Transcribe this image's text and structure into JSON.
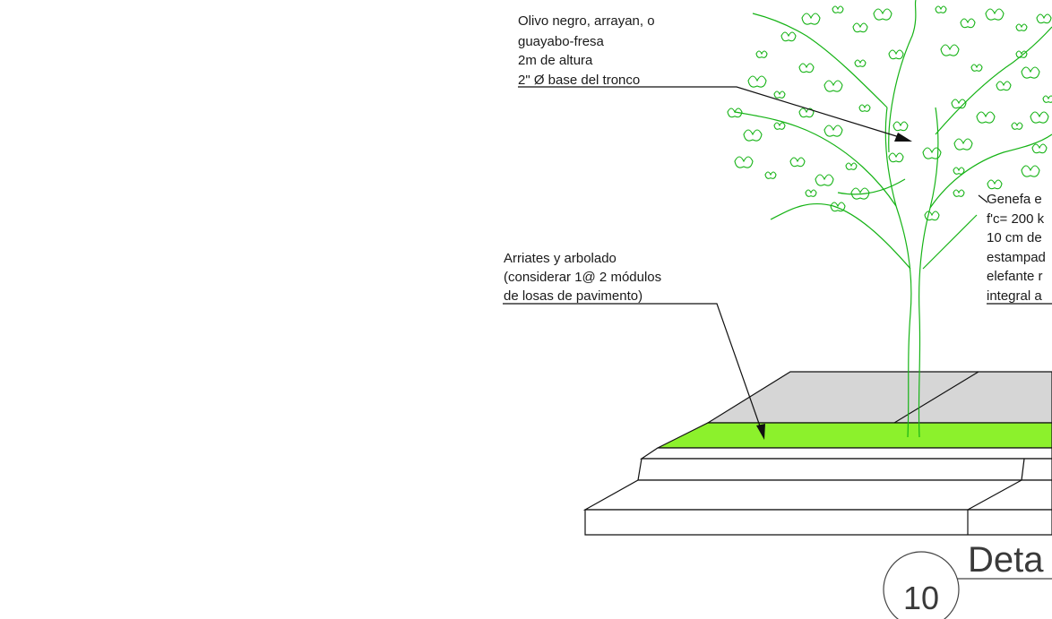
{
  "labels": {
    "tree_note": [
      "Olivo negro, arrayan, o",
      "guayabo-fresa",
      "2m de altura",
      "2\" Ø base del tronco"
    ],
    "planter_note": [
      "Arriates y arbolado",
      "(considerar 1@ 2 módulos",
      "de losas de pavimento)"
    ],
    "border_note": [
      "Genefa e",
      "f'c= 200 k",
      "10 cm de",
      "estampad",
      "elefante r",
      "integral a"
    ]
  },
  "detail": {
    "number": "10",
    "title": "Deta"
  },
  "colors": {
    "tree": "#16b316",
    "planter_fill": "#8cf12c",
    "pavement_fill": "#d6d6d6",
    "line": "#111111"
  }
}
